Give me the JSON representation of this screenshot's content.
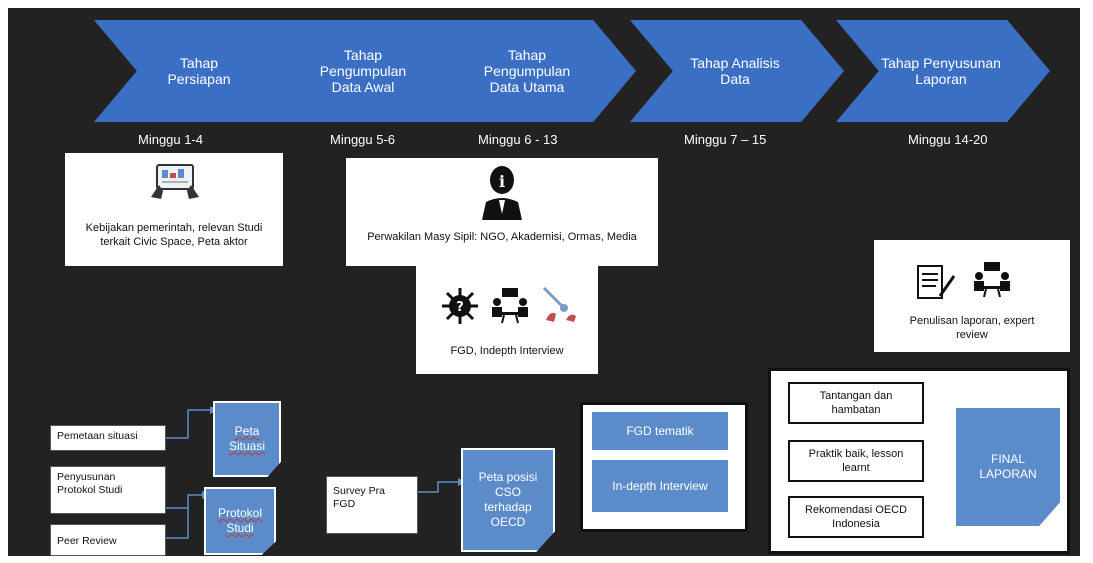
{
  "phases": [
    {
      "label": "Tahap\nPersiapan"
    },
    {
      "label": "Tahap\nPengumpulan\nData Awal"
    },
    {
      "label": "Tahap\nPengumpulan\nData Utama"
    },
    {
      "label": "Tahap Analisis\nData"
    },
    {
      "label": "Tahap Penyusunan\nLaporan"
    }
  ],
  "weeks": [
    "Minggu 1-4",
    "Minggu 5-6",
    "Minggu 6 - 13",
    "Minggu 7 – 15",
    "Minggu 14-20"
  ],
  "cards": {
    "persiapan": {
      "icon": "tablet-hands-icon",
      "text": "Kebijakan pemerintah, relevan Studi\nterkait Civic Space, Peta aktor"
    },
    "perwakilan": {
      "icon": "info-person-icon",
      "text": "Perwakilan Masy Sipil: NGO, Akademisi, Ormas, Media"
    },
    "fgd": {
      "icons": [
        "gear-question-icon",
        "meeting-icon",
        "interview-icon"
      ],
      "text": "FGD, Indepth Interview"
    },
    "laporan": {
      "icons": [
        "document-writing-icon",
        "meeting-icon"
      ],
      "text": "Penulisan laporan, expert\nreview"
    }
  },
  "flow_left": {
    "pemetaan": "Pemetaan situasi",
    "penyusunan": "Penyusunan\nProtokol Studi",
    "peer": "Peer Review",
    "peta_situasi": "Peta\nSituasi",
    "protokol": "Protokol\nStudi"
  },
  "flow_mid": {
    "survey": "Survey Pra\nFGD",
    "peta_posisi": "Peta posisi\nCSO\nterhadap\nOECD"
  },
  "analysis": {
    "fgd_tematik": "FGD tematik",
    "indepth": "In-depth Interview"
  },
  "final": {
    "tantangan": "Tantangan dan\nhambatan",
    "praktik": "Praktik baik, lesson\nlearnt",
    "rekomendasi": "Rekomendasi OECD\nIndonesia",
    "final_laporan": "FINAL\nLAPORAN"
  },
  "colors": {
    "background": "#222222",
    "chevron": "#3a6fc3",
    "note": "#5b8cc9"
  }
}
